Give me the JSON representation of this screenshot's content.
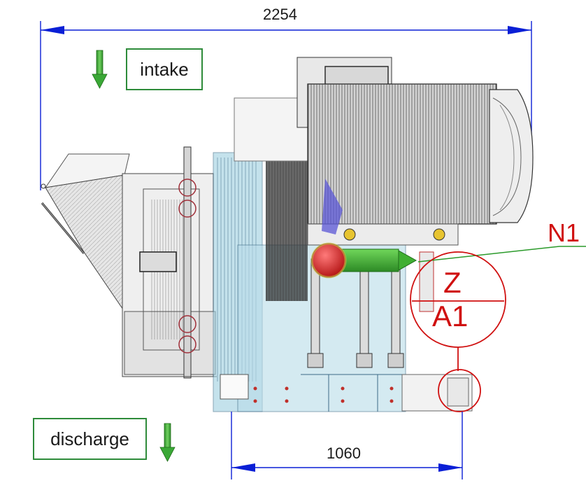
{
  "dimensions": {
    "overall_width": "2254",
    "base_length": "1060"
  },
  "labels": {
    "intake": "intake",
    "discharge": "discharge",
    "nozzle": "N1",
    "detail_top": "Z",
    "detail_bottom": "A1"
  },
  "colors": {
    "dimension_line": "#0a1fd6",
    "label_border": "#2e8b3a",
    "arrow_green": "#3aa836",
    "callout_red": "#d01010",
    "motor_grey": "#555555",
    "frame_blue": "#9ecfe0"
  },
  "icons": {
    "intake_arrow": "arrow-down-green-icon",
    "discharge_arrow": "arrow-down-green-icon"
  }
}
